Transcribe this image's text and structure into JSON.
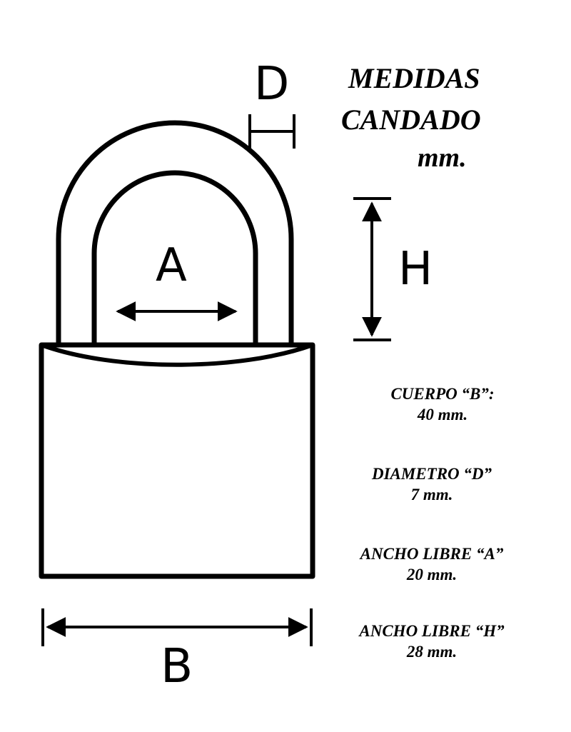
{
  "title": {
    "line1": "MEDIDAS",
    "line2": "CANDADO",
    "line3": "mm."
  },
  "dimension_letters": {
    "d": "D",
    "a": "A",
    "h": "H",
    "b": "B"
  },
  "specs": [
    {
      "label": "CUERPO “B”:",
      "value": "40  mm."
    },
    {
      "label": "DIAMETRO “D”",
      "value": "7  mm."
    },
    {
      "label": "ANCHO LIBRE “A”",
      "value": "20  mm."
    },
    {
      "label": "ANCHO LIBRE “H”",
      "value": "28  mm."
    }
  ],
  "colors": {
    "ink": "#000000",
    "background": "#ffffff"
  }
}
